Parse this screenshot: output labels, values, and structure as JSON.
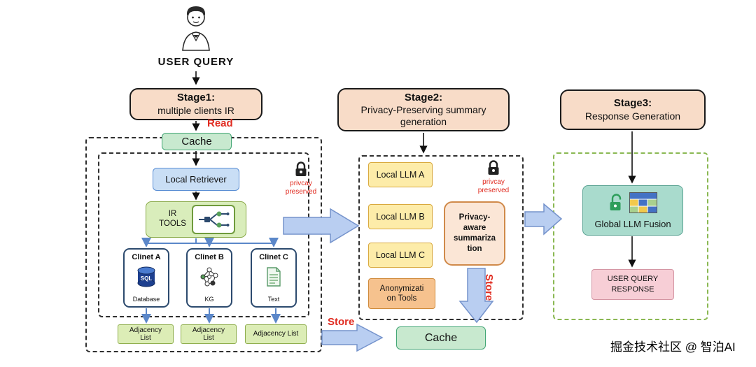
{
  "diagram": {
    "user_query_label": "USER QUERY",
    "watermark": "掘金技术社区 @ 智泊AI"
  },
  "stage1": {
    "header_title": "Stage1:",
    "header_subtitle": "multiple clients IR",
    "read_label": "Read",
    "cache_label": "Cache",
    "local_retriever": "Local Retriever",
    "ir_tools": "IR TOOLS",
    "privacy_note": [
      "privcay",
      "preserved"
    ],
    "clients": [
      {
        "title": "Clinet A",
        "icon": "sql-database-icon",
        "type_label": "Database"
      },
      {
        "title": "Clinet B",
        "icon": "kg-graph-icon",
        "type_label": "KG"
      },
      {
        "title": "Clinet C",
        "icon": "text-document-icon",
        "type_label": "Text"
      }
    ],
    "adjacency_lists": [
      "Adjacency List",
      "Adjacency List",
      "Adjacency List"
    ],
    "store_label": "Store"
  },
  "stage2": {
    "header_title": "Stage2:",
    "header_subtitle": "Privacy-Preserving summary generation",
    "llm_boxes": [
      "Local LLM A",
      "Local LLM B",
      "Local LLM C"
    ],
    "anonymization_lines": [
      "Anonymizati",
      "on Tools"
    ],
    "summarization_lines": [
      "Privacy-",
      "aware",
      "summariza",
      "tion"
    ],
    "privacy_note": [
      "privcay",
      "preserved"
    ],
    "store_label": "Store",
    "cache_label": "Cache"
  },
  "stage3": {
    "header_title": "Stage3:",
    "header_subtitle": "Response Generation",
    "fusion_label": "Global LLM Fusion",
    "response_lines": [
      "USER QUERY",
      "RESPONSE"
    ]
  },
  "colors": {
    "stage_header_bg": "#f8dcc8",
    "cache_bg": "#c8e9cf",
    "retriever_bg": "#c9def5",
    "ir_tools_bg": "#d9edbb",
    "llm_bg": "#fdeca9",
    "anonymization_bg": "#f6c28e",
    "summarization_bg": "#fbe6d6",
    "fusion_bg": "#a9dbcd",
    "response_bg": "#f7ced6",
    "big_arrow_fill": "#b9cef1",
    "big_arrow_border": "#7593cc",
    "accent_red": "#e02b20",
    "stage3_dashed_border": "#8ab852"
  },
  "icons": [
    "user-person-icon",
    "lock-icon",
    "unlock-icon",
    "table-grid-icon",
    "sql-database-icon",
    "kg-graph-icon",
    "text-document-icon",
    "ir-tools-circuit-icon"
  ]
}
